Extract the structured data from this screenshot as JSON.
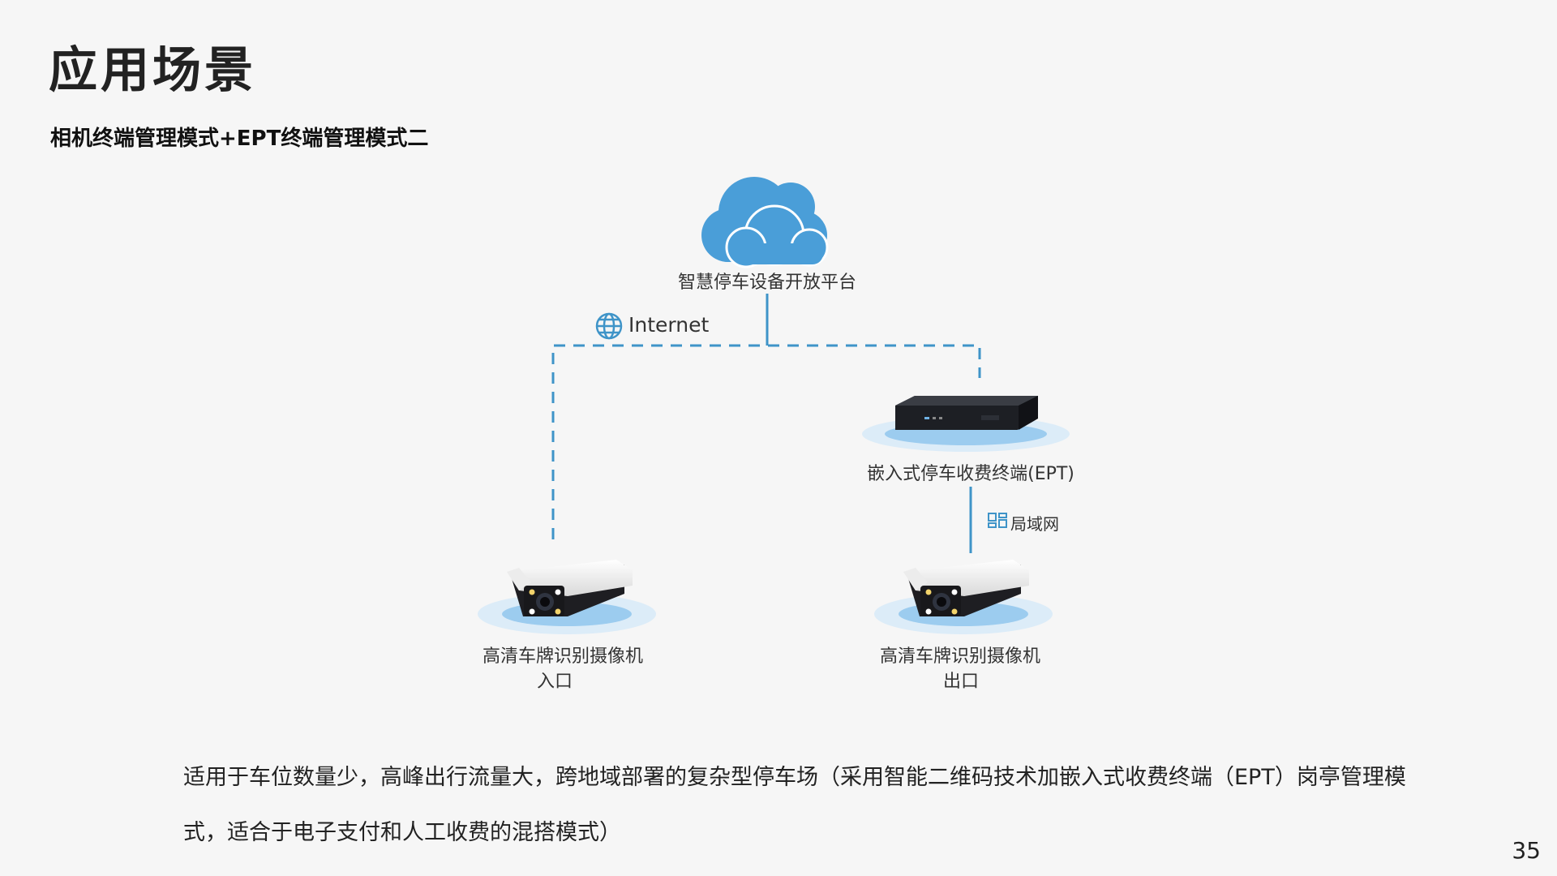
{
  "page": {
    "title": "应用场景",
    "subtitle": "相机终端管理模式+EPT终端管理模式二",
    "page_number": "35"
  },
  "diagram": {
    "cloud_label": "智慧停车设备开放平台",
    "internet_label": "Internet",
    "ept_label": "嵌入式停车收费终端(EPT)",
    "lan_label": "局域网",
    "entrance_camera": {
      "name": "高清车牌识别摄像机",
      "position": "入口"
    },
    "exit_camera": {
      "name": "高清车牌识别摄像机",
      "position": "出口"
    },
    "colors": {
      "cloud": "#4a9ed8",
      "line": "#3f94c8",
      "halo": "#a9d3f0"
    }
  },
  "description": "适用于车位数量少，高峰出行流量大，跨地域部署的复杂型停车场（采用智能二维码技术加嵌入式收费终端（EPT）岗亭管理模式，适合于电子支付和人工收费的混搭模式）"
}
